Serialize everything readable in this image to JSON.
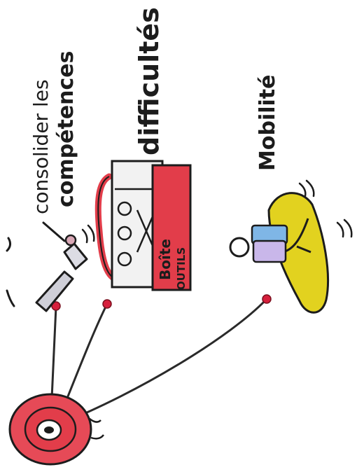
{
  "labels": {
    "competences_line1": "consolider les",
    "competences_line2": "compétences",
    "difficultes": "difficultés",
    "mobilite": "Mobilité"
  },
  "toolbox": {
    "line1": "Boîte",
    "line2": "OUTILS"
  },
  "colors": {
    "target_red": "#e64a57",
    "toolbox_red": "#e23d4a",
    "pin_red": "#d61f3c",
    "surfboard_yellow": "#e2d21f",
    "person_blue": "#7fb6e6",
    "person_lilac": "#c9b7ea",
    "ink": "#1c1c1c"
  },
  "icons": [
    "target-icon",
    "spanner-icon",
    "toolbox-icon",
    "surfer-icon"
  ]
}
